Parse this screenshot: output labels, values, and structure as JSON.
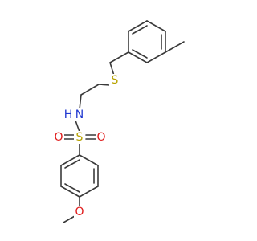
{
  "molecule": {
    "atoms": [
      {
        "id": "ring2_c1",
        "label": ""
      },
      {
        "id": "ring2_c2",
        "label": ""
      },
      {
        "id": "ring2_c3",
        "label": ""
      },
      {
        "id": "ring2_c4",
        "label": ""
      },
      {
        "id": "ring2_c5",
        "label": ""
      },
      {
        "id": "ring2_c6",
        "label": ""
      },
      {
        "id": "methyl_c",
        "label": ""
      },
      {
        "id": "benzyl_ch2",
        "label": ""
      },
      {
        "id": "s_thioether",
        "label": "S",
        "color": "#b8a300"
      },
      {
        "id": "ethyl_c1",
        "label": ""
      },
      {
        "id": "ethyl_c2",
        "label": ""
      },
      {
        "id": "n_amine",
        "label": "N",
        "color": "#2038d0"
      },
      {
        "id": "h_amine",
        "label": "H",
        "color": "#2038d0"
      },
      {
        "id": "s_sulfonyl",
        "label": "S",
        "color": "#b8a300"
      },
      {
        "id": "o_sulfonyl_left",
        "label": "O",
        "color": "#e01b1b"
      },
      {
        "id": "o_sulfonyl_right",
        "label": "O",
        "color": "#e01b1b"
      },
      {
        "id": "ring1_c1",
        "label": ""
      },
      {
        "id": "ring1_c2",
        "label": ""
      },
      {
        "id": "ring1_c3",
        "label": ""
      },
      {
        "id": "ring1_c4",
        "label": ""
      },
      {
        "id": "ring1_c5",
        "label": ""
      },
      {
        "id": "ring1_c6",
        "label": ""
      },
      {
        "id": "o_methoxy",
        "label": "O",
        "color": "#e01b1b"
      },
      {
        "id": "methoxy_c",
        "label": ""
      }
    ]
  }
}
